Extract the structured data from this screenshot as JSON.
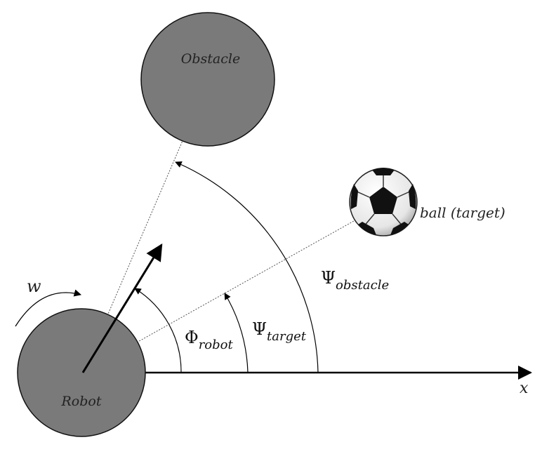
{
  "labels": {
    "obstacle": "Obstacle",
    "robot": "Robot",
    "ball": "ball (target)",
    "w": "w",
    "x_axis": "x",
    "phi_symbol": "Φ",
    "phi_sub": "robot",
    "psi_target_symbol": "Ψ",
    "psi_target_sub": "target",
    "psi_obstacle_symbol": "Ψ",
    "psi_obstacle_sub": "obstacle"
  },
  "icons": {
    "ball": "soccer-ball-icon"
  },
  "colors": {
    "body_fill": "#7a7a7a",
    "line": "#000000",
    "dotted": "#555555"
  }
}
